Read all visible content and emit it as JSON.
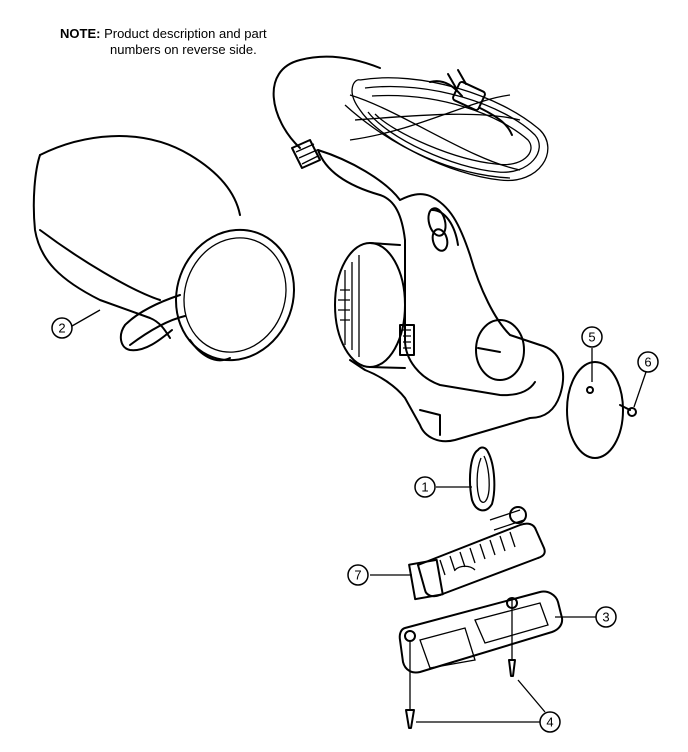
{
  "note": {
    "label": "NOTE:",
    "line1": "Product description and part",
    "line2": "numbers on reverse side."
  },
  "callouts": [
    {
      "id": "1"
    },
    {
      "id": "2"
    },
    {
      "id": "3"
    },
    {
      "id": "4"
    },
    {
      "id": "5"
    },
    {
      "id": "6"
    },
    {
      "id": "7"
    }
  ]
}
